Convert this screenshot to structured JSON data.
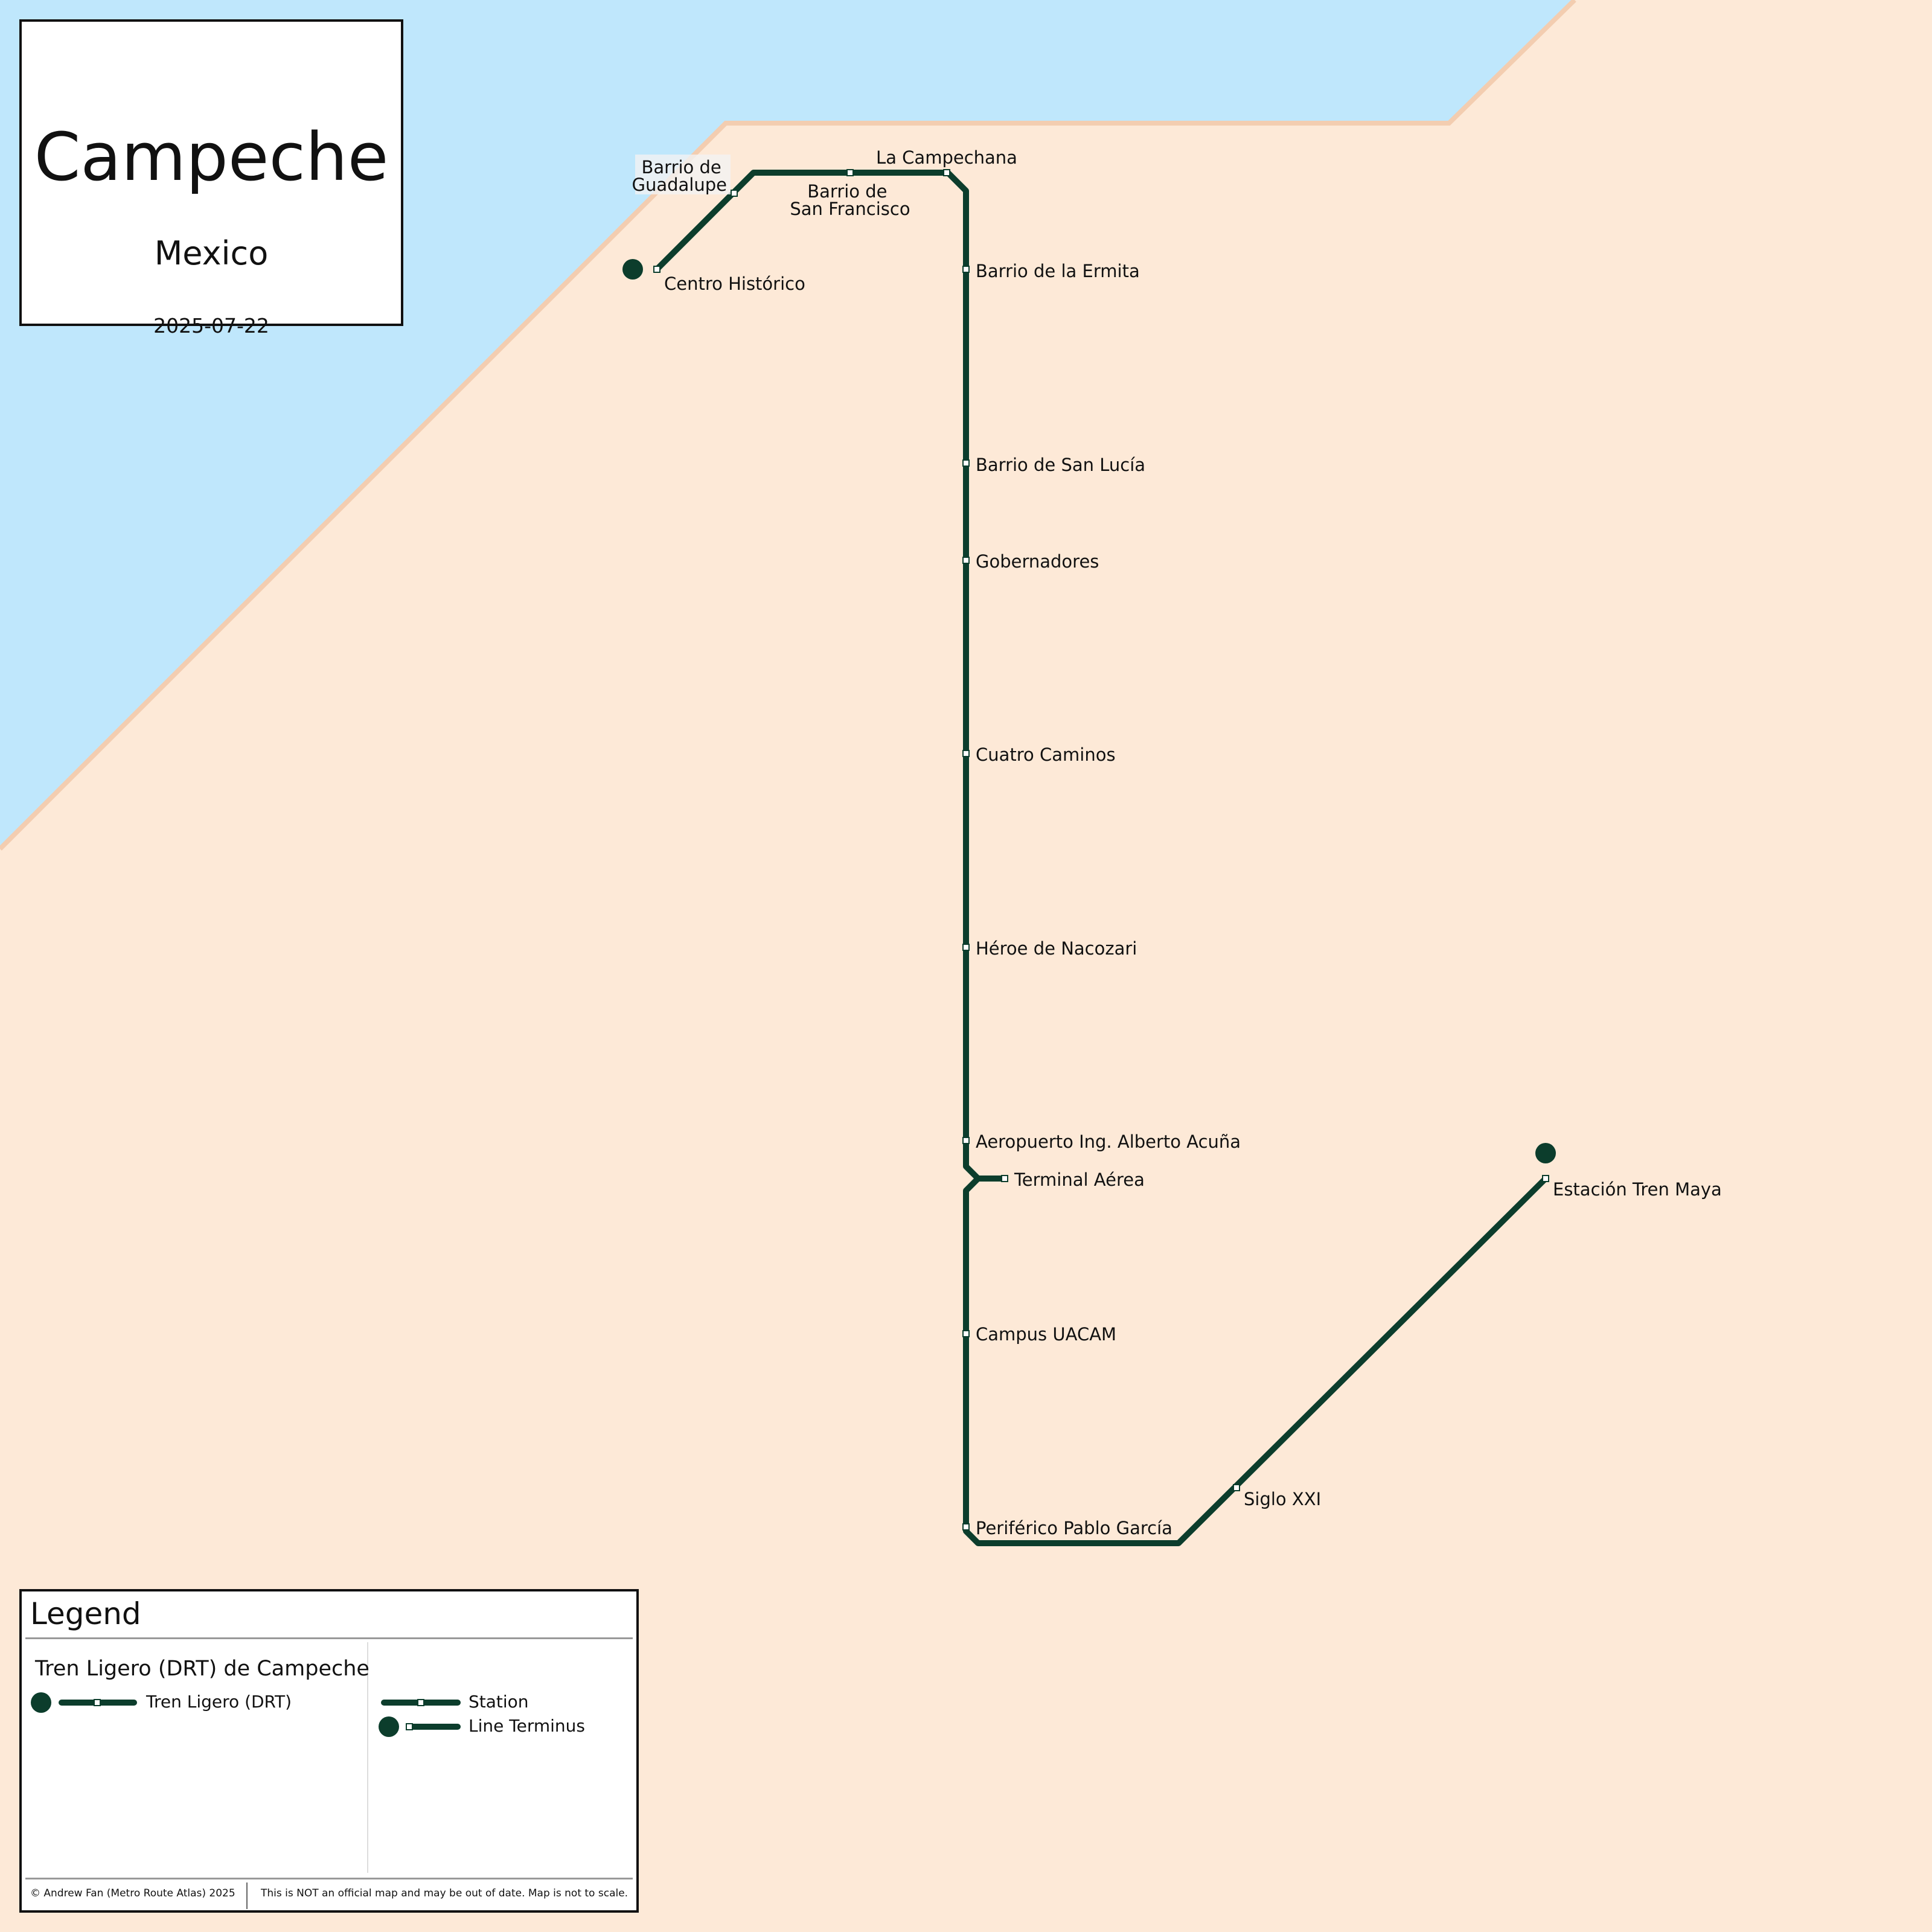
{
  "header": {
    "city": "Campeche",
    "country": "Mexico",
    "date": "2025-07-22"
  },
  "colors": {
    "water": "#bfe7fc",
    "land": "#fde9d7",
    "coast": "#f3cdb0",
    "line": "#0c3d2c",
    "station_fill": "#ffffff"
  },
  "line": {
    "name": "Tren Ligero (DRT)",
    "stations": [
      {
        "name": "Centro Histórico",
        "terminus": true
      },
      {
        "name": "Barrio de Guadalupe"
      },
      {
        "name": "Barrio de San Francisco"
      },
      {
        "name": "La Campechana"
      },
      {
        "name": "Barrio de la Ermita"
      },
      {
        "name": "Barrio de San Lucía"
      },
      {
        "name": "Gobernadores"
      },
      {
        "name": "Cuatro Caminos"
      },
      {
        "name": "Héroe de Nacozari"
      },
      {
        "name": "Aeropuerto Ing. Alberto Acuña"
      },
      {
        "name": "Terminal Aérea"
      },
      {
        "name": "Campus UACAM"
      },
      {
        "name": "Periférico Pablo García"
      },
      {
        "name": "Siglo XXI"
      },
      {
        "name": "Estación Tren Maya",
        "terminus": true
      }
    ]
  },
  "legend": {
    "title": "Legend",
    "system_name": "Tren Ligero (DRT) de Campeche",
    "line_label": "Tren Ligero (DRT)",
    "station_label": "Station",
    "terminus_label": "Line Terminus",
    "footer_left": "© Andrew Fan (Metro Route Atlas) 2025",
    "footer_right": "This is NOT an official map and may be out of date. Map is not to scale."
  }
}
